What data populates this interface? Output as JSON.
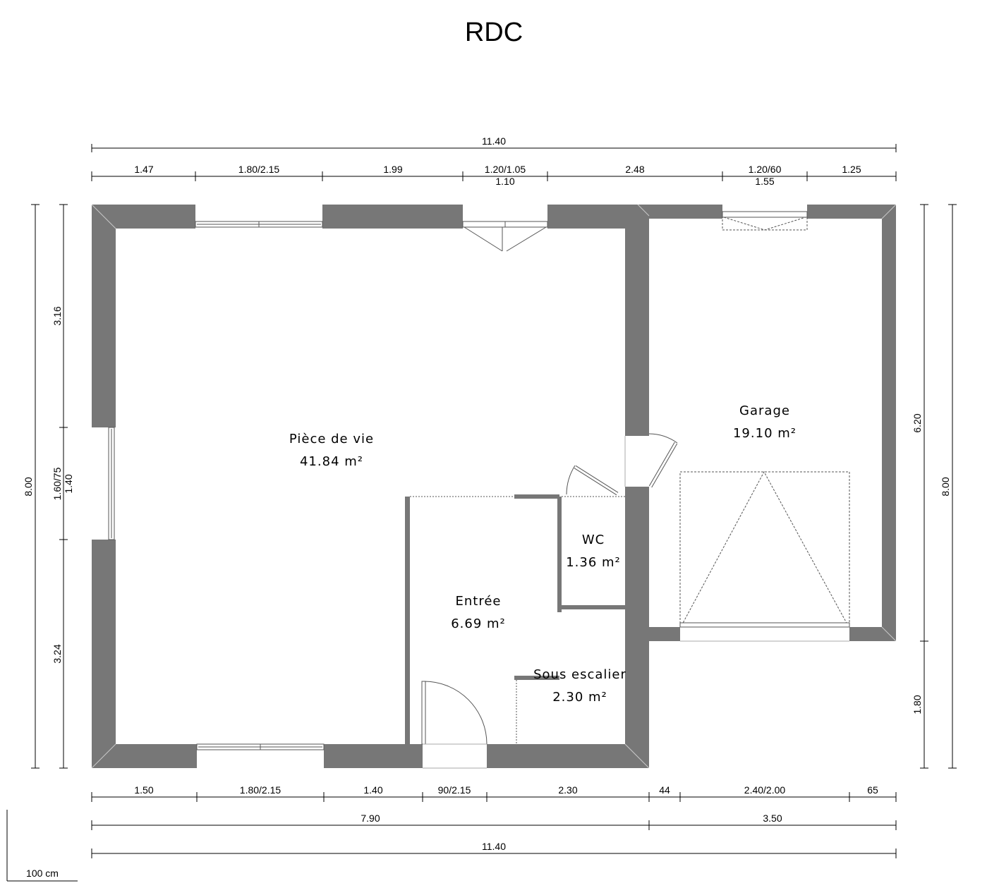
{
  "plan": {
    "title": "RDC",
    "scale_label": "100 cm",
    "rooms": [
      {
        "name": "Pièce de vie",
        "area": "41.84 m²"
      },
      {
        "name": "Garage",
        "area": "19.10 m²"
      },
      {
        "name": "WC",
        "area": "1.36 m²"
      },
      {
        "name": "Entrée",
        "area": "6.69 m²"
      },
      {
        "name": "Sous escalier",
        "area": "2.30 m²"
      }
    ],
    "dims_top": {
      "total": "11.40",
      "segments": [
        "1.47",
        "1.80/2.15",
        "1.99",
        "1.20/1.05",
        "2.48",
        "1.20/60",
        "1.25"
      ],
      "sub": [
        "1.10",
        "1.55"
      ]
    },
    "dims_bottom": {
      "segments": [
        "1.50",
        "1.80/2.15",
        "1.40",
        "90/2.15",
        "2.30",
        "44",
        "2.40/2.00",
        "65"
      ],
      "mid": [
        "7.90",
        "3.50"
      ],
      "total": "11.40"
    },
    "dims_left": {
      "total": "8.00",
      "segments": [
        "3.16",
        "1.60/75",
        "3.24"
      ],
      "sub": "1.40"
    },
    "dims_right": {
      "total": "8.00",
      "segments": [
        "6.20",
        "1.80"
      ]
    }
  }
}
